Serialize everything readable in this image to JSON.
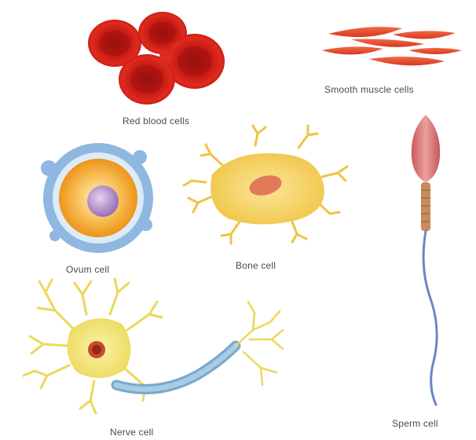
{
  "labels": {
    "red_blood_cells": "Red blood cells",
    "smooth_muscle_cells": "Smooth muscle cells",
    "ovum_cell": "Ovum cell",
    "bone_cell": "Bone cell",
    "nerve_cell": "Nerve cell",
    "sperm_cell": "Sperm cell"
  },
  "colors": {
    "red_blood_cell": "#d9231c",
    "smooth_muscle": "#e8452a",
    "ovum_shell": "#8fb7e0",
    "ovum_body": "#f0a020",
    "bone_cell": "#f3cf55",
    "nerve_cell": "#f0e36a",
    "axon": "#79a9cc",
    "sperm_head": "#d87a7a",
    "sperm_tail": "#6a86c8"
  }
}
